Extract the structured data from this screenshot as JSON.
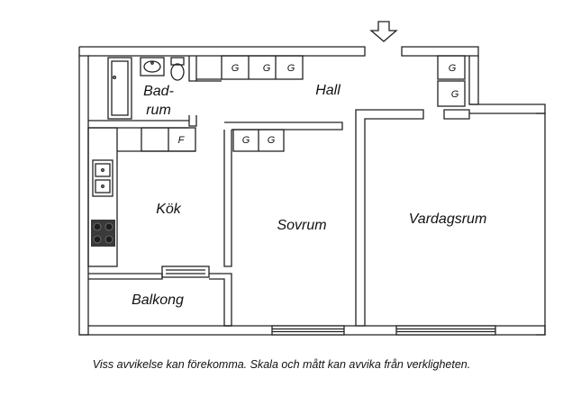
{
  "rooms": {
    "badrum_line1": "Bad-",
    "badrum_line2": "rum",
    "hall": "Hall",
    "kok": "Kök",
    "sovrum": "Sovrum",
    "vardagsrum": "Vardagsrum",
    "balkong": "Balkong"
  },
  "cabinets": {
    "wardrobe_label": "G",
    "fridge_label": "F"
  },
  "disclaimer": "Viss avvikelse kan förekomma. Skala och mått kan avvika från verkligheten.",
  "colors": {
    "wall": "#ffffff",
    "line": "#222222",
    "stove": "#3a3a3a"
  }
}
